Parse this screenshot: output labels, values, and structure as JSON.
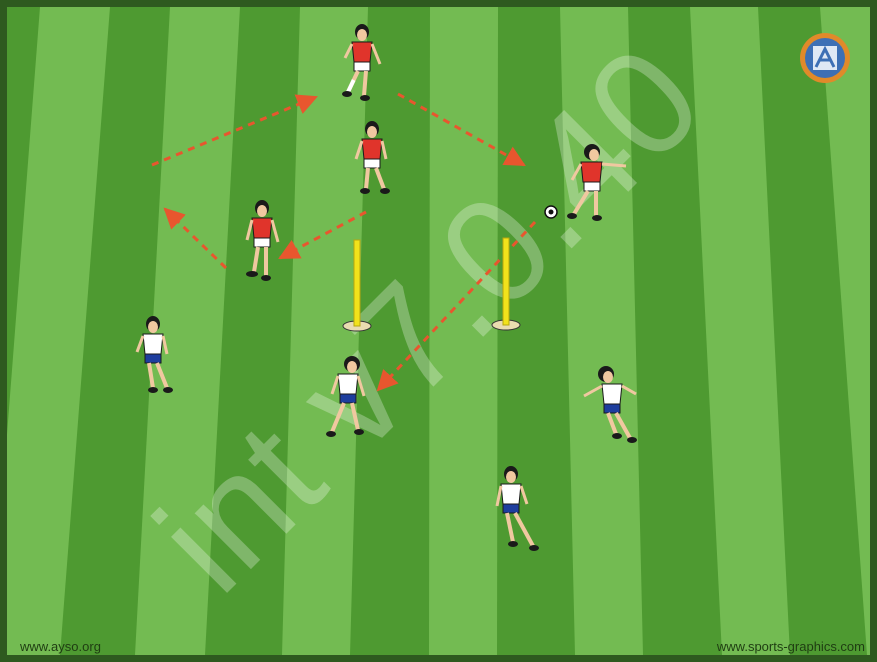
{
  "credits": {
    "left": "www.ayso.org",
    "right": "www.sports-graphics.com"
  },
  "watermark": {
    "text": "int v7.0.40"
  },
  "colors": {
    "field_dark": "#4e9a31",
    "field_light": "#73bb52",
    "border": "#2e5a1f",
    "red_team": "#e0342b",
    "white_team": "#ffffff",
    "shorts_blue": "#1e3e9e",
    "pass_arrow": "#e8562e",
    "cone": "#f2e21b"
  },
  "logo": {
    "icon": "ayso-logo-icon"
  },
  "players": [
    {
      "team": "red",
      "role": "top"
    },
    {
      "team": "red",
      "role": "center"
    },
    {
      "team": "red",
      "role": "left"
    },
    {
      "team": "red",
      "role": "right-kicking"
    },
    {
      "team": "white",
      "role": "far-left"
    },
    {
      "team": "white",
      "role": "center"
    },
    {
      "team": "white",
      "role": "right"
    },
    {
      "team": "white",
      "role": "bottom"
    }
  ],
  "cones": [
    {
      "id": "left-pole"
    },
    {
      "id": "right-pole"
    }
  ]
}
